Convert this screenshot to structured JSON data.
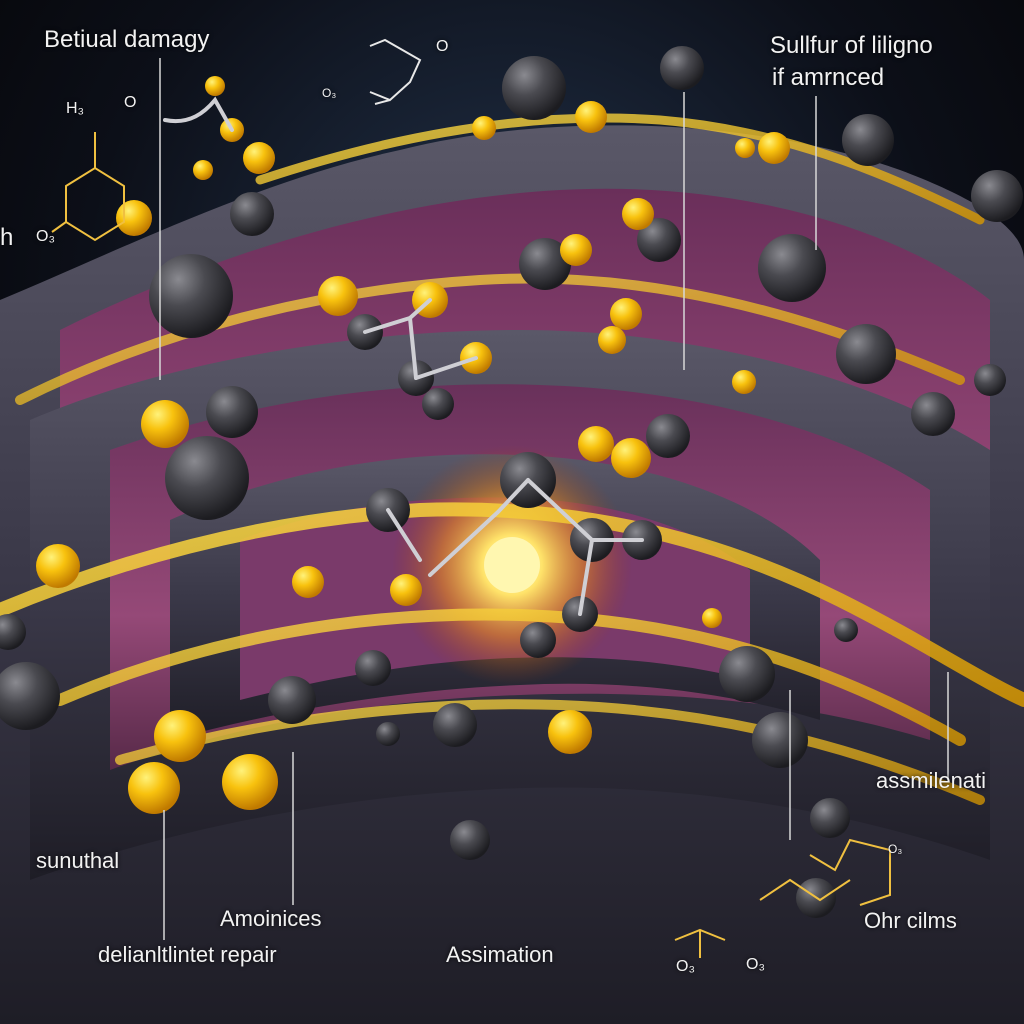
{
  "image": {
    "subject": "3D illustration of layered purple cellular membranes with yellow gel, dark grey spheres and yellow molecular clusters around a glowing core",
    "colors": {
      "background": "#0a0a0c",
      "membrane_dark": "#3a3848",
      "membrane_inner": "#7a3a6a",
      "gel_yellow": "#f2c21a",
      "sphere_yellow": "#f5b800",
      "sphere_grey": "#3c3c40",
      "glow": "#fff3a0",
      "label_text": "#f2f2f2"
    }
  },
  "labels": {
    "top_left": "Betiual damagy",
    "top_right_line1": "Sullfur of liligno",
    "top_right_line2": "if amrnced",
    "mid_right": "assmilenati",
    "bottom_left_1": "sunuthal",
    "bottom_center_left_1": "Amoinices",
    "bottom_center_left_2": "delianltlintet repair",
    "bottom_center": "Assimation",
    "bottom_right": "Ohr cilms"
  },
  "chem_labels": {
    "h_top": "H₃",
    "o_top": "O",
    "o_small_1": "O",
    "os_1": "O₃",
    "os_left": "O₃",
    "h_left": "h",
    "bottom_o1": "O₃",
    "bottom_o2": "O₃",
    "right_small": "O₃"
  }
}
